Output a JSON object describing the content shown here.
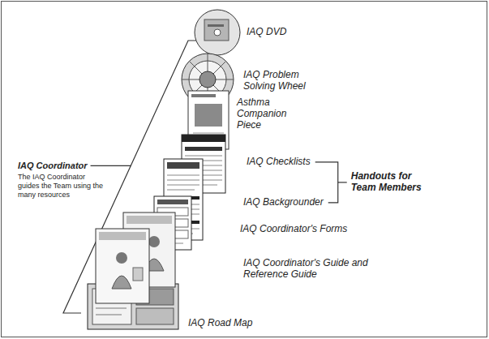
{
  "diagram": {
    "labels": [
      "IAQ DVD",
      "IAQ Problem Solving Wheel",
      "Asthma Companion Piece",
      "IAQ Checklists",
      "IAQ Backgrounder",
      "Handouts for Team Members",
      "IAQ Coordinator's Forms",
      "IAQ Coordinator's Guide and Reference Guide",
      "IAQ Road Map",
      "IAQ Coordinator",
      "The IAQ Coordinator guides the Team using the many resources"
    ]
  }
}
